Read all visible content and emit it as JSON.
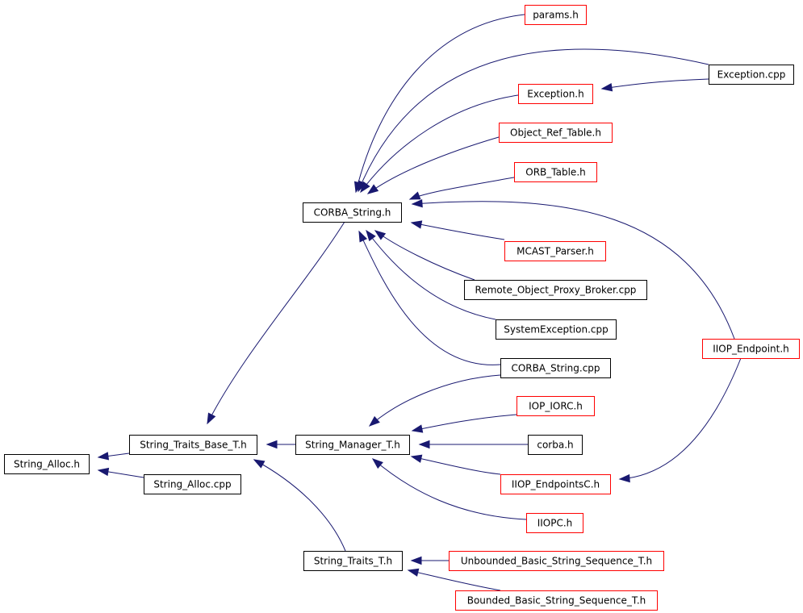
{
  "colors": {
    "edge": "#191970",
    "border_default": "#000000",
    "border_incomplete": "#ff0000",
    "root_fill": "#bfbfbf"
  },
  "nodes": [
    {
      "id": "string_alloc_h",
      "label": "String_Alloc.h",
      "style": "root"
    },
    {
      "id": "string_traits_base_t_h",
      "label": "String_Traits_Base_T.h",
      "style": "default"
    },
    {
      "id": "string_alloc_cpp",
      "label": "String_Alloc.cpp",
      "style": "default"
    },
    {
      "id": "corba_string_h",
      "label": "CORBA_String.h",
      "style": "default"
    },
    {
      "id": "string_manager_t_h",
      "label": "String_Manager_T.h",
      "style": "default"
    },
    {
      "id": "string_traits_t_h",
      "label": "String_Traits_T.h",
      "style": "default"
    },
    {
      "id": "params_h",
      "label": "params.h",
      "style": "incomplete"
    },
    {
      "id": "exception_cpp",
      "label": "Exception.cpp",
      "style": "default"
    },
    {
      "id": "exception_h",
      "label": "Exception.h",
      "style": "incomplete"
    },
    {
      "id": "object_ref_table_h",
      "label": "Object_Ref_Table.h",
      "style": "incomplete"
    },
    {
      "id": "orb_table_h",
      "label": "ORB_Table.h",
      "style": "incomplete"
    },
    {
      "id": "mcast_parser_h",
      "label": "MCAST_Parser.h",
      "style": "incomplete"
    },
    {
      "id": "remote_object_proxy_broker_cpp",
      "label": "Remote_Object_Proxy_Broker.cpp",
      "style": "default"
    },
    {
      "id": "systemexception_cpp",
      "label": "SystemException.cpp",
      "style": "default"
    },
    {
      "id": "corba_string_cpp",
      "label": "CORBA_String.cpp",
      "style": "default"
    },
    {
      "id": "iiop_endpoint_h",
      "label": "IIOP_Endpoint.h",
      "style": "incomplete"
    },
    {
      "id": "iop_iorc_h",
      "label": "IOP_IORC.h",
      "style": "incomplete"
    },
    {
      "id": "corba_h",
      "label": "corba.h",
      "style": "default"
    },
    {
      "id": "iiop_endpointsc_h",
      "label": "IIOP_EndpointsC.h",
      "style": "incomplete"
    },
    {
      "id": "iiopc_h",
      "label": "IIOPC.h",
      "style": "incomplete"
    },
    {
      "id": "unbounded_basic_string_sequence_t_h",
      "label": "Unbounded_Basic_String_Sequence_T.h",
      "style": "incomplete"
    },
    {
      "id": "bounded_basic_string_sequence_t_h",
      "label": "Bounded_Basic_String_Sequence_T.h",
      "style": "incomplete"
    }
  ],
  "edges": [
    {
      "from": "string_traits_base_t_h",
      "to": "string_alloc_h"
    },
    {
      "from": "string_alloc_cpp",
      "to": "string_alloc_h"
    },
    {
      "from": "corba_string_h",
      "to": "string_traits_base_t_h"
    },
    {
      "from": "string_manager_t_h",
      "to": "string_traits_base_t_h"
    },
    {
      "from": "string_traits_t_h",
      "to": "string_traits_base_t_h"
    },
    {
      "from": "params_h",
      "to": "corba_string_h"
    },
    {
      "from": "exception_cpp",
      "to": "corba_string_h"
    },
    {
      "from": "exception_h",
      "to": "corba_string_h"
    },
    {
      "from": "object_ref_table_h",
      "to": "corba_string_h"
    },
    {
      "from": "orb_table_h",
      "to": "corba_string_h"
    },
    {
      "from": "iiop_endpoint_h",
      "to": "corba_string_h"
    },
    {
      "from": "mcast_parser_h",
      "to": "corba_string_h"
    },
    {
      "from": "remote_object_proxy_broker_cpp",
      "to": "corba_string_h"
    },
    {
      "from": "systemexception_cpp",
      "to": "corba_string_h"
    },
    {
      "from": "corba_string_cpp",
      "to": "corba_string_h"
    },
    {
      "from": "exception_cpp",
      "to": "exception_h"
    },
    {
      "from": "corba_string_cpp",
      "to": "string_manager_t_h"
    },
    {
      "from": "iop_iorc_h",
      "to": "string_manager_t_h"
    },
    {
      "from": "corba_h",
      "to": "string_manager_t_h"
    },
    {
      "from": "iiop_endpointsc_h",
      "to": "string_manager_t_h"
    },
    {
      "from": "iiopc_h",
      "to": "string_manager_t_h"
    },
    {
      "from": "iiop_endpoint_h",
      "to": "iiop_endpointsc_h"
    },
    {
      "from": "unbounded_basic_string_sequence_t_h",
      "to": "string_traits_t_h"
    },
    {
      "from": "bounded_basic_string_sequence_t_h",
      "to": "string_traits_t_h"
    }
  ]
}
